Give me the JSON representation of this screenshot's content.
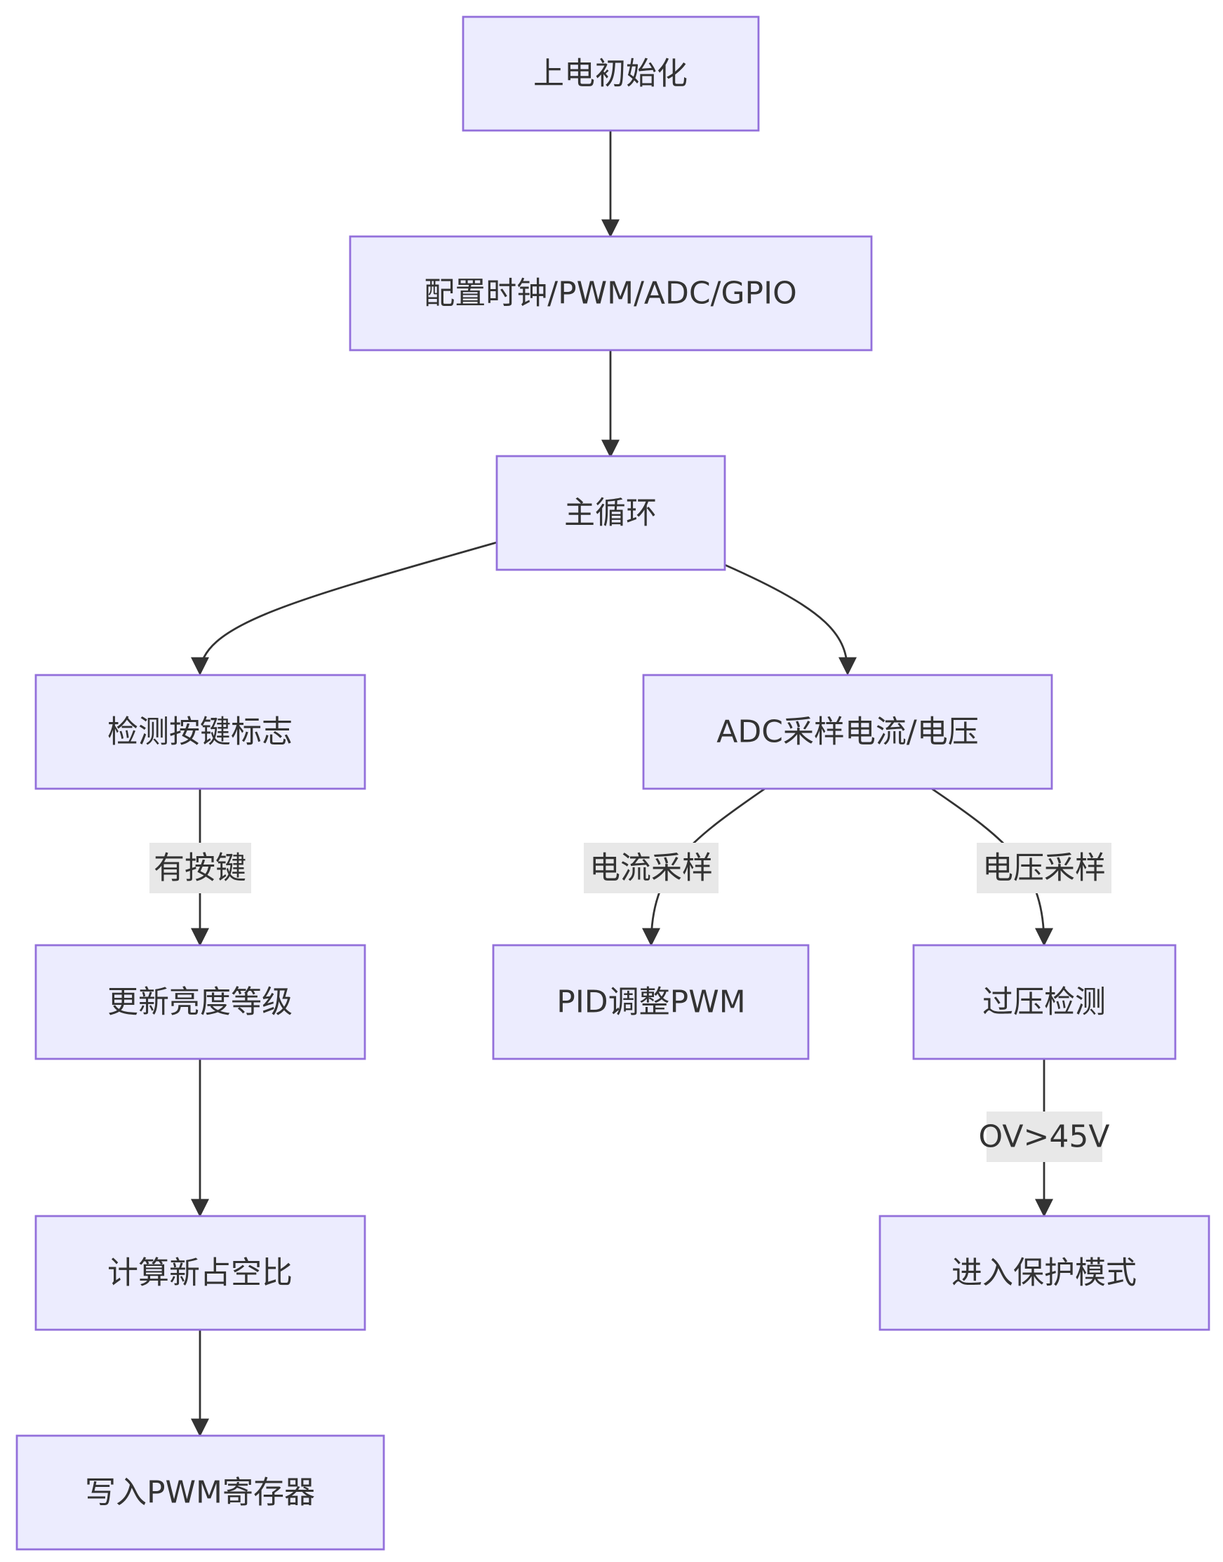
{
  "nodes": {
    "power_on": "上电初始化",
    "config": "配置时钟/PWM/ADC/GPIO",
    "main_loop": "主循环",
    "check_key": "检测按键标志",
    "adc_sample": "ADC采样电流/电压",
    "update_brightness": "更新亮度等级",
    "pid_adjust": "PID调整PWM",
    "overvoltage_check": "过压检测",
    "calc_duty": "计算新占空比",
    "protect_mode": "进入保护模式",
    "write_pwm": "写入PWM寄存器"
  },
  "edges": {
    "has_key": "有按键",
    "current_sample": "电流采样",
    "voltage_sample": "电压采样",
    "ov_threshold": "OV>45V"
  },
  "colors": {
    "node_fill": "#ececfe",
    "node_stroke": "#9370db",
    "edge": "#333333",
    "label_bg": "#e8e8e8"
  }
}
